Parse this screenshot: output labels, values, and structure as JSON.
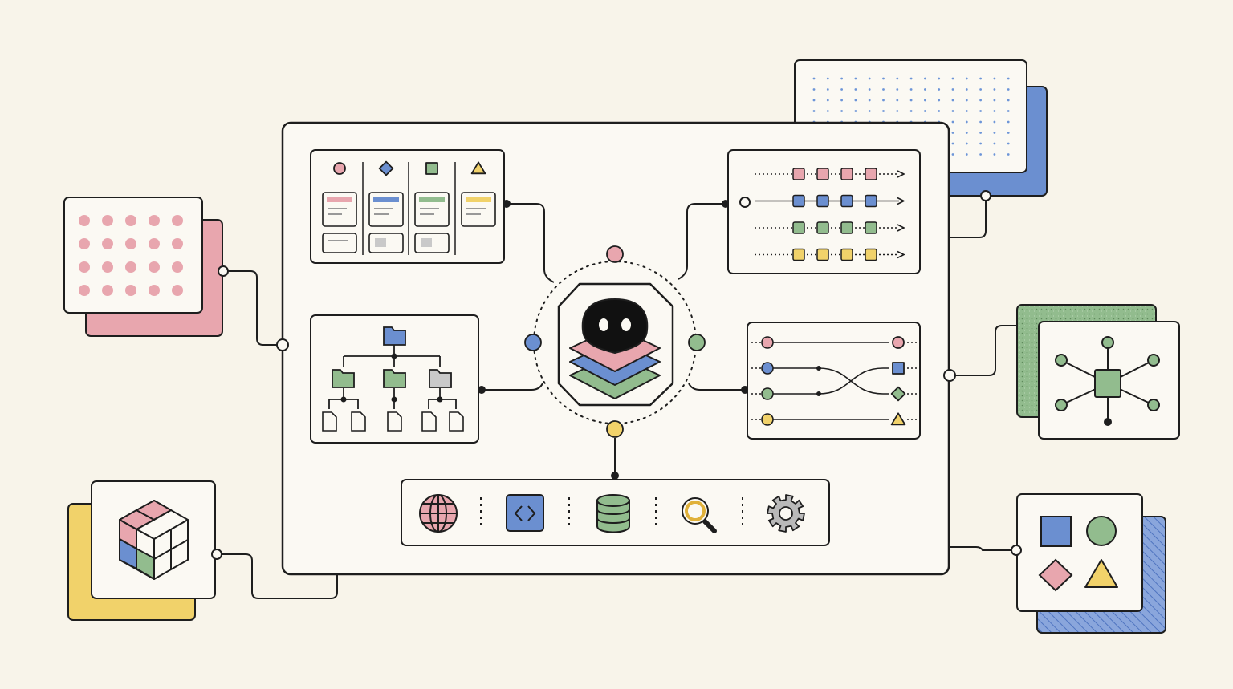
{
  "colors": {
    "background": "#f8f4ea",
    "panel": "#fbf9f3",
    "ink": "#1e1e1e",
    "pink": "#e8a6ae",
    "blue": "#6b8fd0",
    "green": "#92bc8e",
    "yellow": "#f1d26a",
    "gray": "#c9c9c9",
    "grid_dot": "#6d95d8"
  },
  "icons": {
    "toolbar": [
      "globe-icon",
      "code-brackets-icon",
      "database-icon",
      "magnifier-icon",
      "gear-icon"
    ],
    "center": "robot-layers-icon",
    "kanban_headers": [
      "circle-icon",
      "diamond-icon",
      "square-icon",
      "triangle-icon"
    ],
    "tree": "folder-tree-icon",
    "hub": "hub-network-icon",
    "cube": "cube-icon",
    "shapes": [
      "square-icon",
      "circle-icon",
      "diamond-icon",
      "triangle-icon"
    ]
  },
  "diagram": {
    "kanban_columns": [
      {
        "shape": "circle",
        "color": "#e8a6ae"
      },
      {
        "shape": "diamond",
        "color": "#6b8fd0"
      },
      {
        "shape": "square",
        "color": "#92bc8e"
      },
      {
        "shape": "triangle",
        "color": "#f1d26a"
      }
    ],
    "timeline_tracks": [
      "#e8a6ae",
      "#6b8fd0",
      "#92bc8e",
      "#f1d26a"
    ],
    "timeline_markers_per_track": 4,
    "router_inputs": [
      "#e8a6ae",
      "#6b8fd0",
      "#92bc8e",
      "#f1d26a"
    ],
    "router_outputs": [
      {
        "shape": "circle",
        "color": "#e8a6ae"
      },
      {
        "shape": "square",
        "color": "#6b8fd0"
      },
      {
        "shape": "diamond",
        "color": "#92bc8e"
      },
      {
        "shape": "triangle",
        "color": "#f1d26a"
      }
    ],
    "orbit_nodes": [
      "#e8a6ae",
      "#6b8fd0",
      "#92bc8e",
      "#f1d26a"
    ],
    "dot_grid": {
      "rows": 4,
      "cols": 5,
      "color": "#e8a6ae"
    },
    "blue_grid": {
      "rows": 8,
      "cols": 15
    }
  }
}
